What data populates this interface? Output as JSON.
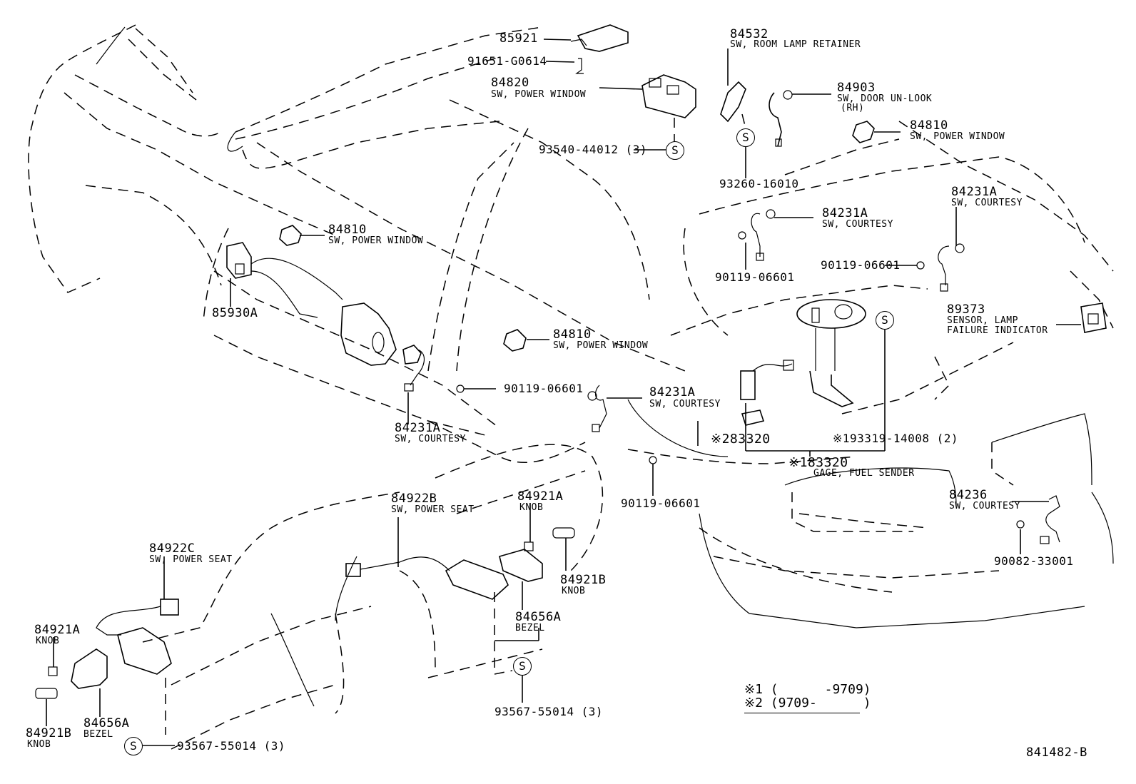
{
  "diagram": {
    "title_code": "841482-B",
    "legend": [
      {
        "mark": "※1",
        "range": "(      -9709)"
      },
      {
        "mark": "※2",
        "range": "(9709-      )"
      }
    ],
    "symbol_s": "S",
    "parts": {
      "p85921": {
        "number": "85921",
        "desc": ""
      },
      "p91651": {
        "number": "91651-G0614",
        "desc": ""
      },
      "p84820": {
        "number": "84820",
        "desc": "SW, POWER WINDOW"
      },
      "p93540": {
        "number": "93540-44012 (3)",
        "desc": ""
      },
      "p84532": {
        "number": "84532",
        "desc": "SW, ROOM LAMP RETAINER"
      },
      "p84903": {
        "number": "84903",
        "desc": "SW, DOOR UN-LOOK",
        "desc2": "(RH)"
      },
      "p84810_tr": {
        "number": "84810",
        "desc": "SW, POWER WINDOW"
      },
      "p93260": {
        "number": "93260-16010",
        "desc": ""
      },
      "p84231A_mid": {
        "number": "84231A",
        "desc": "SW, COURTESY"
      },
      "p84231A_right": {
        "number": "84231A",
        "desc": "SW, COURTESY"
      },
      "p90119_a": {
        "number": "90119-06601",
        "desc": ""
      },
      "p90119_b": {
        "number": "90119-06601",
        "desc": ""
      },
      "p89373": {
        "number": "89373",
        "desc": "SENSOR, LAMP",
        "desc2": "FAILURE INDICATOR"
      },
      "p84810_left": {
        "number": "84810",
        "desc": "SW, POWER WINDOW"
      },
      "p85930A": {
        "number": "85930A",
        "desc": ""
      },
      "p84810_center": {
        "number": "84810",
        "desc": "SW, POWER WINDOW"
      },
      "p90119_c": {
        "number": "90119-06601",
        "desc": ""
      },
      "p84231A_left": {
        "number": "84231A",
        "desc": "SW, COURTESY"
      },
      "p84231A_center": {
        "number": "84231A",
        "desc": "SW, COURTESY"
      },
      "p83320_2": {
        "number": "※283320",
        "desc": ""
      },
      "p93319": {
        "number": "※193319-14008 (2)",
        "desc": ""
      },
      "p83320_1": {
        "number": "※183320",
        "desc": "GAGE, FUEL SENDER"
      },
      "p90119_d": {
        "number": "90119-06601",
        "desc": ""
      },
      "p84236": {
        "number": "84236",
        "desc": "SW, COURTESY"
      },
      "p90082": {
        "number": "90082-33001",
        "desc": ""
      },
      "p84922B": {
        "number": "84922B",
        "desc": "SW, POWER SEAT"
      },
      "p84921A_center": {
        "number": "84921A",
        "desc": "KNOB"
      },
      "p84921B_center": {
        "number": "84921B",
        "desc": "KNOB"
      },
      "p84656A_center": {
        "number": "84656A",
        "desc": "BEZEL"
      },
      "p93567_center": {
        "number": "93567-55014 (3)",
        "desc": ""
      },
      "p84922C": {
        "number": "84922C",
        "desc": "SW, POWER SEAT"
      },
      "p84921A_left": {
        "number": "84921A",
        "desc": "KNOB"
      },
      "p84921B_left": {
        "number": "84921B",
        "desc": "KNOB"
      },
      "p84656A_left": {
        "number": "84656A",
        "desc": "BEZEL"
      },
      "p93567_left": {
        "number": "93567-55014 (3)",
        "desc": ""
      }
    }
  }
}
